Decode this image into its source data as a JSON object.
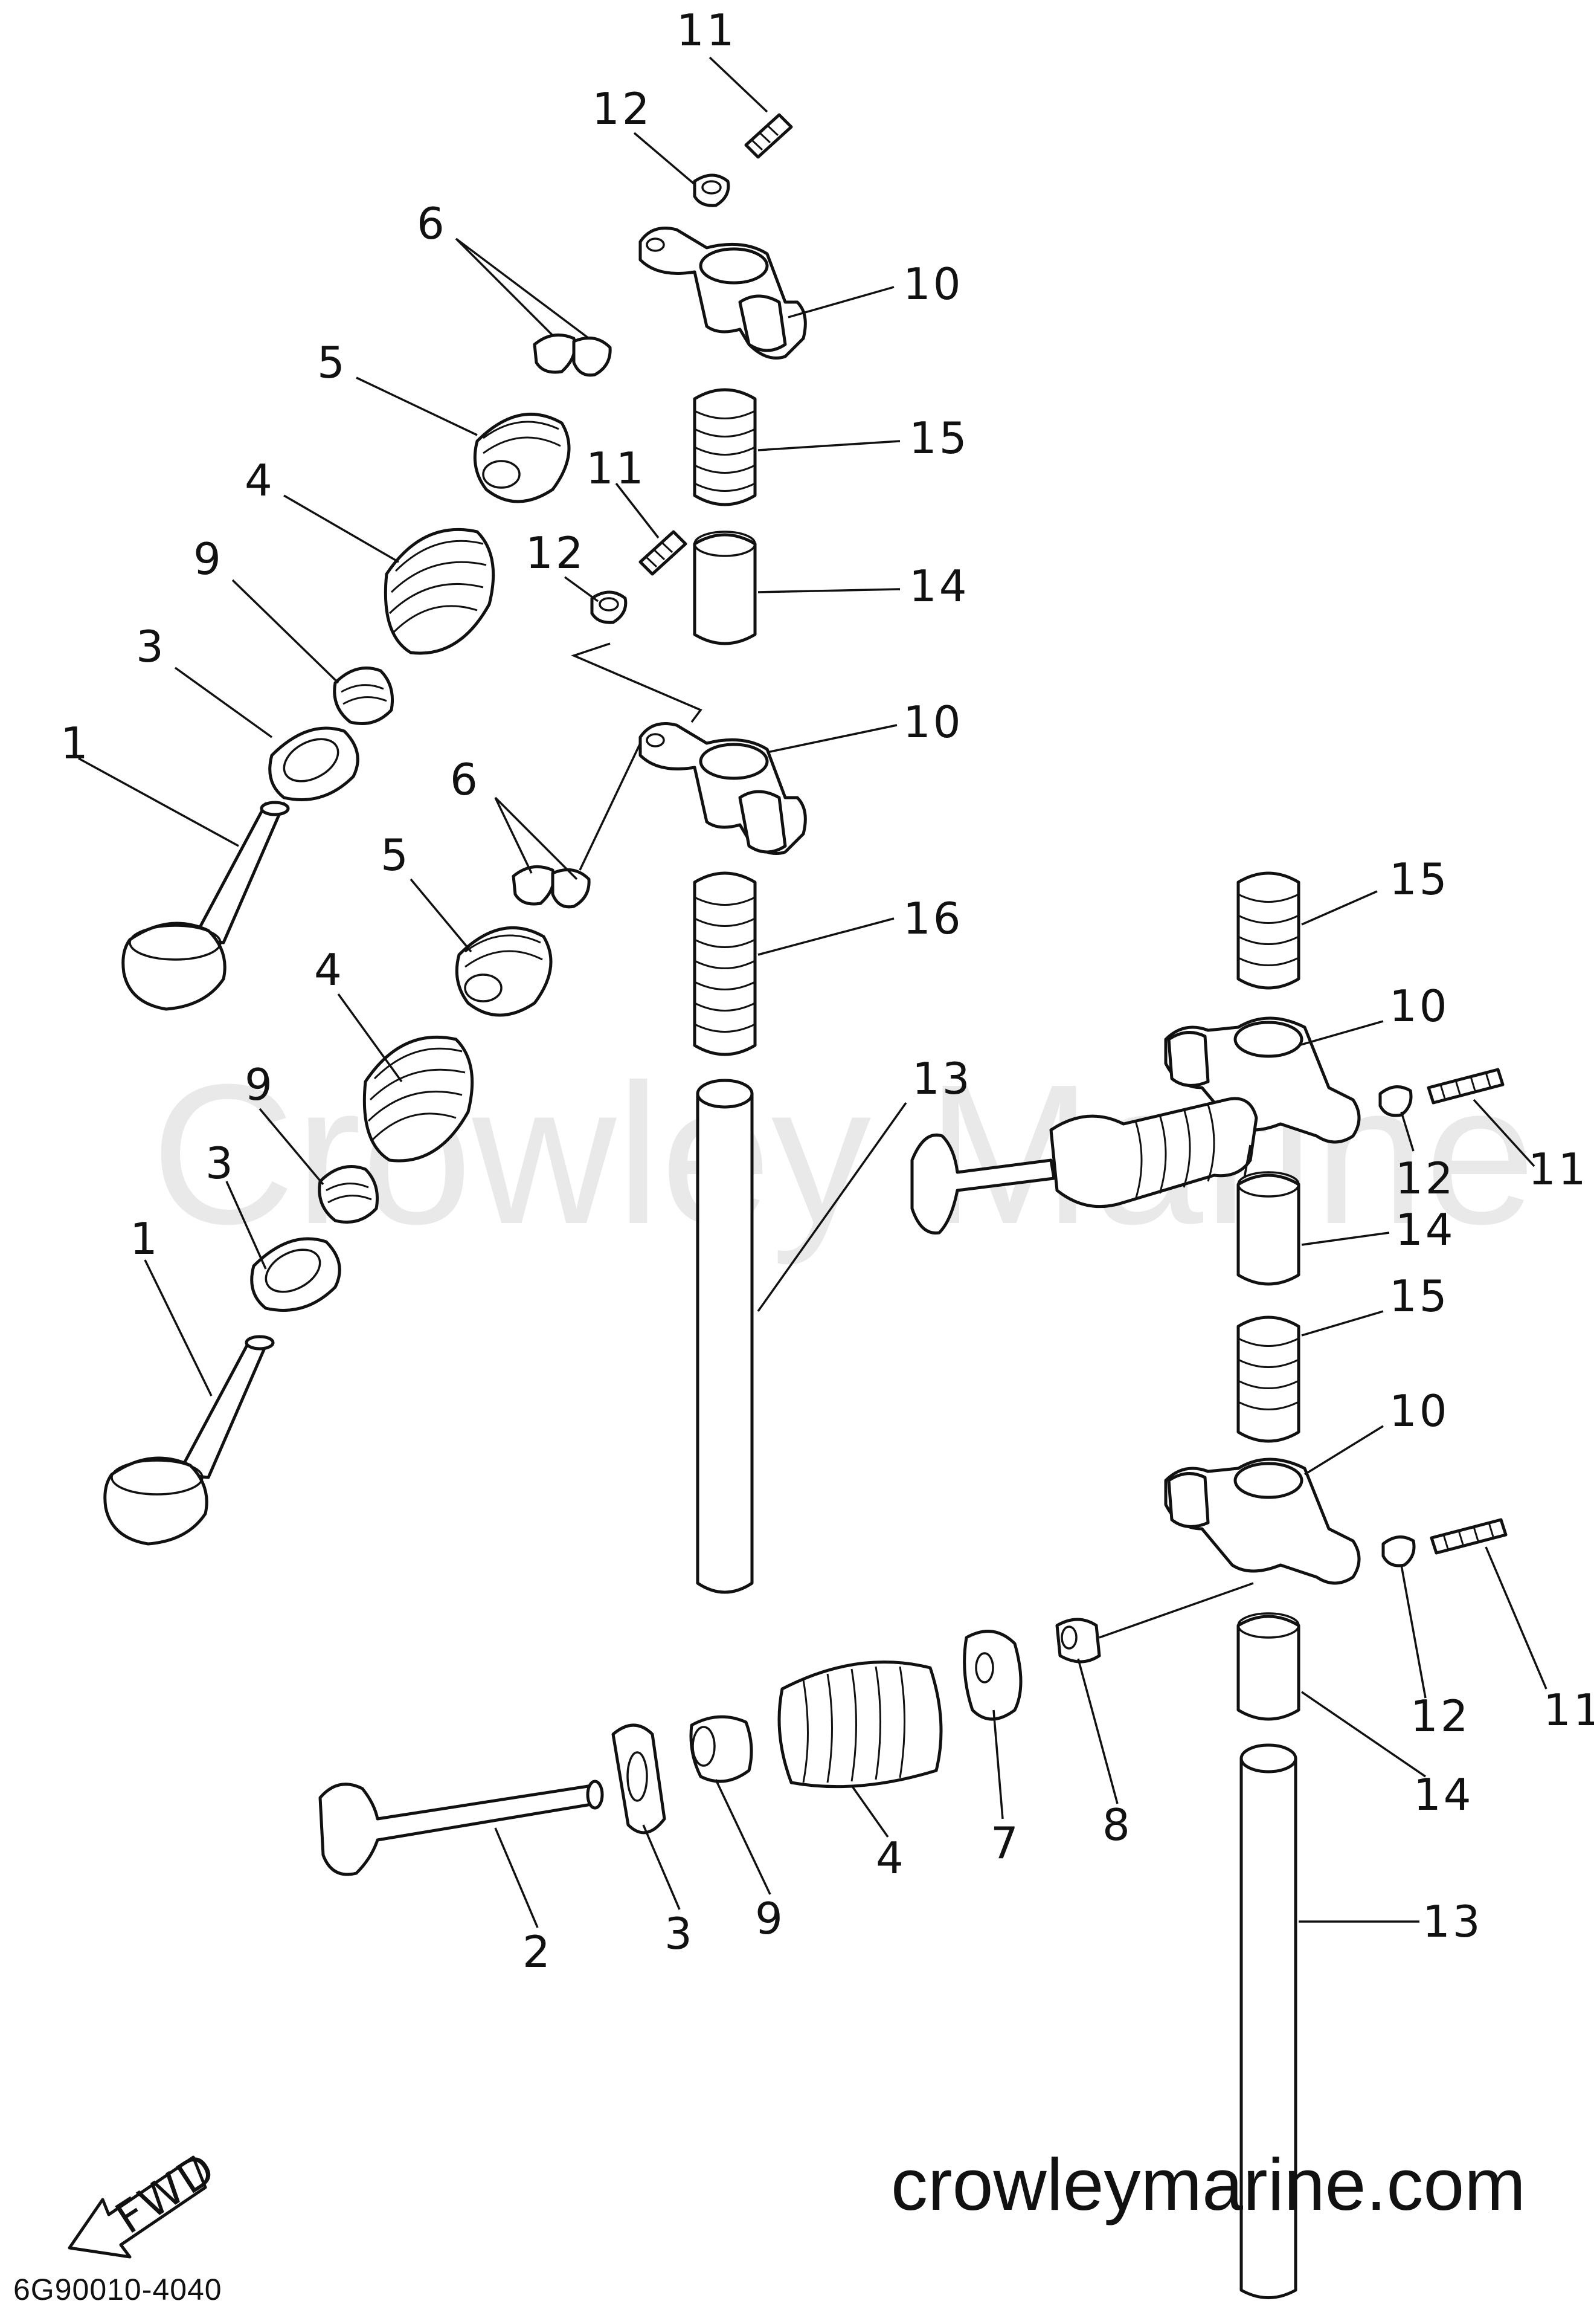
{
  "watermark_text": "Crowley Marine",
  "footer": {
    "site_url": "crowleymarine.com",
    "diagram_code": "6G90010-4040"
  },
  "fwd_arrow_label": "FWD",
  "callouts": [
    {
      "part": "11",
      "text": "11"
    },
    {
      "part": "12",
      "text": "12"
    },
    {
      "part": "6",
      "text": "6"
    },
    {
      "part": "10",
      "text": "10"
    },
    {
      "part": "5",
      "text": "5"
    },
    {
      "part": "15",
      "text": "15"
    },
    {
      "part": "4",
      "text": "4"
    },
    {
      "part": "11",
      "text": "11"
    },
    {
      "part": "9",
      "text": "9"
    },
    {
      "part": "12",
      "text": "12"
    },
    {
      "part": "14",
      "text": "14"
    },
    {
      "part": "3",
      "text": "3"
    },
    {
      "part": "10",
      "text": "10"
    },
    {
      "part": "1",
      "text": "1"
    },
    {
      "part": "6",
      "text": "6"
    },
    {
      "part": "5",
      "text": "5"
    },
    {
      "part": "16",
      "text": "16"
    },
    {
      "part": "15",
      "text": "15"
    },
    {
      "part": "4",
      "text": "4"
    },
    {
      "part": "10",
      "text": "10"
    },
    {
      "part": "13",
      "text": "13"
    },
    {
      "part": "9",
      "text": "9"
    },
    {
      "part": "12",
      "text": "12"
    },
    {
      "part": "11",
      "text": "11"
    },
    {
      "part": "3",
      "text": "3"
    },
    {
      "part": "14",
      "text": "14"
    },
    {
      "part": "1",
      "text": "1"
    },
    {
      "part": "15",
      "text": "15"
    },
    {
      "part": "10",
      "text": "10"
    },
    {
      "part": "12",
      "text": "12"
    },
    {
      "part": "11",
      "text": "11"
    },
    {
      "part": "14",
      "text": "14"
    },
    {
      "part": "7",
      "text": "7"
    },
    {
      "part": "8",
      "text": "8"
    },
    {
      "part": "9",
      "text": "9"
    },
    {
      "part": "4",
      "text": "4"
    },
    {
      "part": "3",
      "text": "3"
    },
    {
      "part": "2",
      "text": "2"
    },
    {
      "part": "13",
      "text": "13"
    }
  ]
}
